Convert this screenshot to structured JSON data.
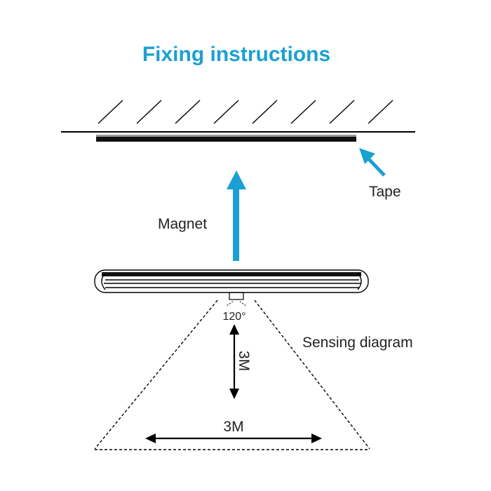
{
  "title": "Fixing instructions",
  "labels": {
    "tape": "Tape",
    "magnet": "Magnet",
    "angle": "120°",
    "sensing": "Sensing diagram",
    "distance_vertical": "3M",
    "distance_horizontal": "3M"
  },
  "colors": {
    "title": "#1ba0d2",
    "accent_arrow": "#1ba0d2",
    "line": "#000000",
    "text": "#222222"
  },
  "icons": {
    "wall": "wall-hatch-icon",
    "light_bar": "led-light-bar-icon"
  }
}
